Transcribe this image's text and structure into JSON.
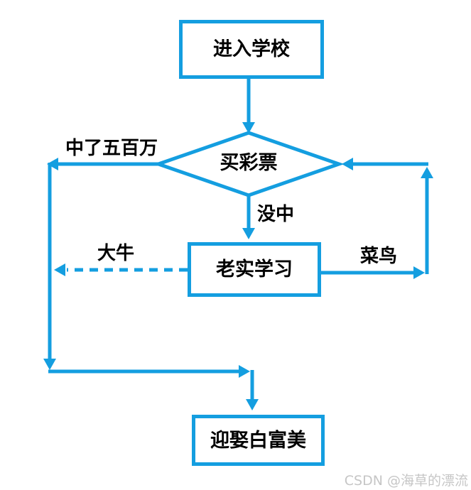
{
  "diagram": {
    "type": "flowchart",
    "colors": {
      "line": "#149EE0",
      "node_border": "#149EE0",
      "node_fill": "#ffffff",
      "text": "#000000",
      "watermark": "#c6c6c6",
      "background": "#ffffff"
    },
    "nodes": [
      {
        "id": "start",
        "shape": "rectangle",
        "label": "进入学校"
      },
      {
        "id": "lottery",
        "shape": "diamond",
        "label": "买彩票"
      },
      {
        "id": "study",
        "shape": "rectangle",
        "label": "老实学习"
      },
      {
        "id": "marry",
        "shape": "rectangle",
        "label": "迎娶白富美"
      }
    ],
    "edges": [
      {
        "from": "start",
        "to": "lottery",
        "label": "",
        "style": "solid"
      },
      {
        "from": "lottery",
        "to": "marry",
        "label": "中了五百万",
        "style": "solid"
      },
      {
        "from": "lottery",
        "to": "study",
        "label": "没中",
        "style": "solid"
      },
      {
        "from": "study",
        "to": "marry",
        "label": "大牛",
        "style": "dashed"
      },
      {
        "from": "study",
        "to": "lottery",
        "label": "菜鸟",
        "style": "solid"
      }
    ],
    "watermark": {
      "text": "CSDN @海草的漂流"
    }
  }
}
